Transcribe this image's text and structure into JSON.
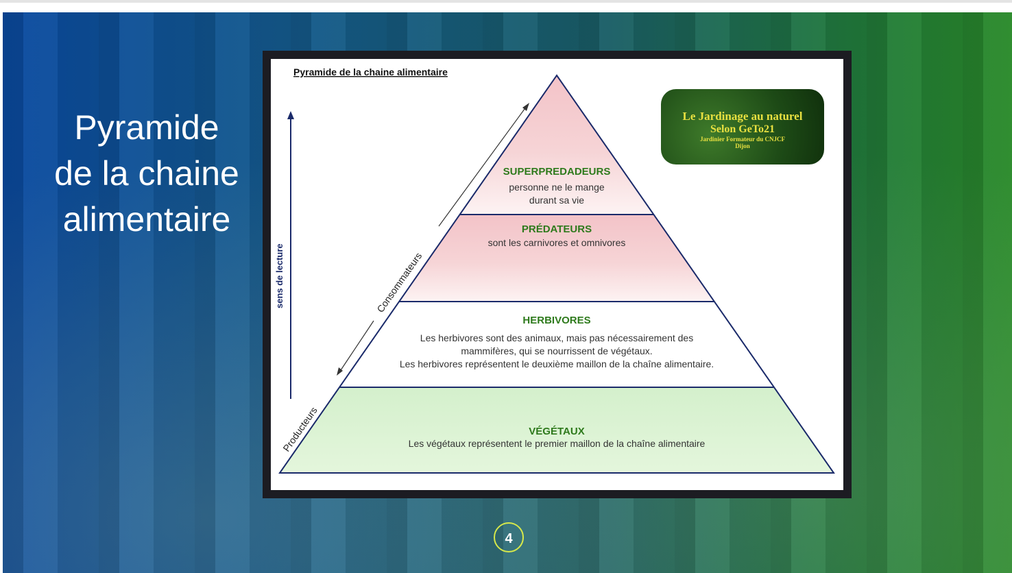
{
  "slide": {
    "title_lines": [
      "Pyramide",
      "de la chaine",
      "alimentaire"
    ],
    "page_number": "4"
  },
  "figure": {
    "heading": "Pyramide de la chaine alimentaire",
    "reading_direction": "sens de lecture",
    "consumers_label": "Consommateurs",
    "producers_label": "Producteurs",
    "levels": [
      {
        "name": "SUPERPREDADEURS",
        "lines": [
          "personne ne le mange",
          "durant sa vie"
        ]
      },
      {
        "name": "PRÉDATEURS",
        "lines": [
          "sont les carnivores et omnivores"
        ]
      },
      {
        "name": "HERBIVORES",
        "lines": [
          "Les herbivores sont des animaux, mais pas nécessairement des",
          "mammifères, qui se nourrissent de végétaux.",
          "Les herbivores représentent le deuxième maillon de la chaîne alimentaire."
        ]
      },
      {
        "name": "VÉGÉTAUX",
        "lines": [
          "Les végétaux représentent le premier maillon de la chaîne alimentaire"
        ]
      }
    ],
    "logo": {
      "line1": "Le Jardinage au naturel",
      "line2": "Selon GeTo21",
      "line3": "Jardinier Formateur du CNJCF",
      "line4": "Dijon"
    },
    "colors": {
      "predator": "#f4c4c8",
      "herbivore": "#ffffff",
      "plant": "#d8f2d2",
      "level_title": "#2e7a1c"
    }
  }
}
